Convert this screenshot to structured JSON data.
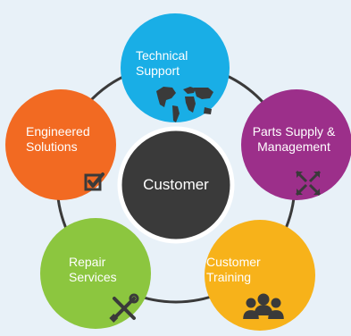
{
  "center": {
    "label": "Customer",
    "color": "#3a3a3a",
    "ring_color": "#ffffff"
  },
  "orbit_color": "#3a3a3a",
  "background": "#e8f1f8",
  "nodes": [
    {
      "key": "technical-support",
      "lines": [
        "Technical",
        "Support"
      ],
      "color": "#19aee6",
      "icon": "world-map-icon"
    },
    {
      "key": "parts-supply",
      "lines": [
        "Parts Supply &",
        "Management"
      ],
      "color": "#9c2f8a",
      "icon": "arrows-expand-icon"
    },
    {
      "key": "customer-training",
      "lines": [
        "Customer",
        "Training"
      ],
      "color": "#f7b21a",
      "icon": "people-group-icon"
    },
    {
      "key": "repair-services",
      "lines": [
        "Repair",
        "Services"
      ],
      "color": "#8cc63f",
      "icon": "tools-icon"
    },
    {
      "key": "engineered-solutions",
      "lines": [
        "Engineered",
        "Solutions"
      ],
      "color": "#f26a22",
      "icon": "checkbox-icon"
    }
  ]
}
